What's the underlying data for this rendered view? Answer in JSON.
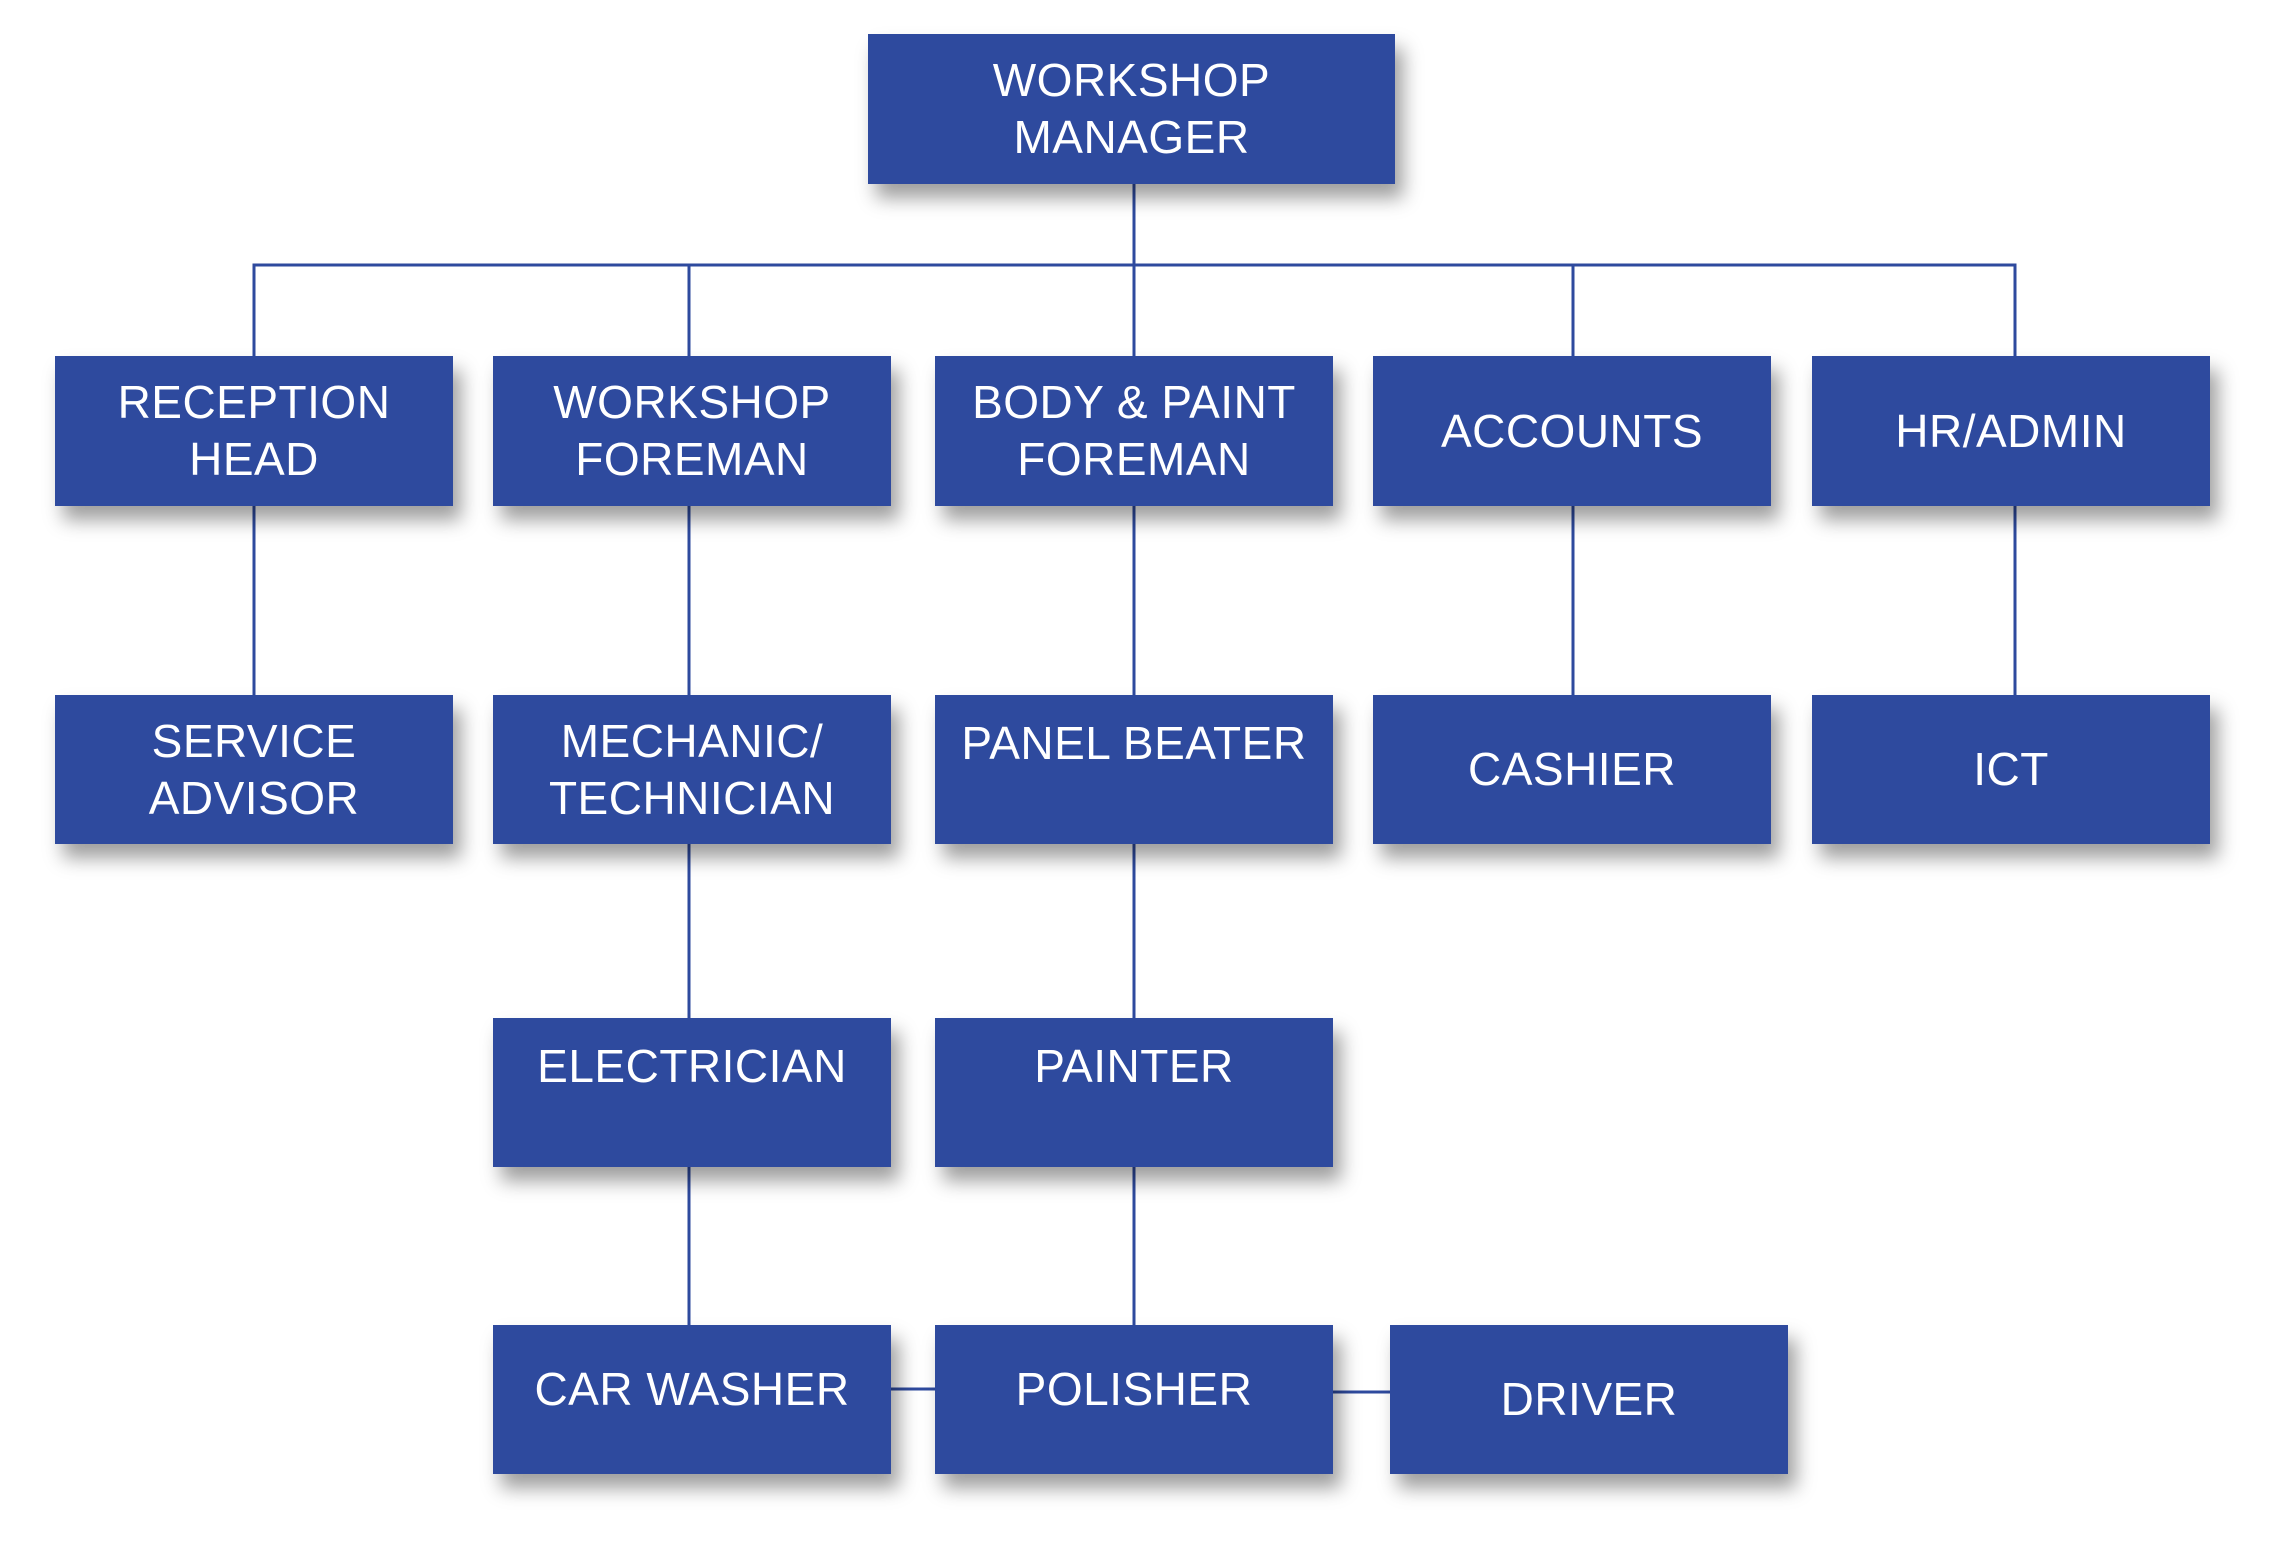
{
  "org_chart": {
    "nodes": {
      "workshop_manager": "WORKSHOP MANAGER",
      "reception_head": "RECEPTION\nHEAD",
      "workshop_foreman": "WORKSHOP\nFOREMAN",
      "body_paint_foreman": "BODY & PAINT\nFOREMAN",
      "accounts": "ACCOUNTS",
      "hr_admin": "HR/ADMIN",
      "service_advisor": "SERVICE\nADVISOR",
      "mechanic_technician": "MECHANIC/\nTECHNICIAN",
      "panel_beater": "PANEL BEATER",
      "cashier": "CASHIER",
      "ict": "ICT",
      "electrician": "ELECTRICIAN",
      "painter": "PAINTER",
      "car_washer": "CAR WASHER",
      "polisher": "POLISHER",
      "driver": "DRIVER"
    },
    "edges": [
      [
        "workshop_manager",
        "reception_head"
      ],
      [
        "workshop_manager",
        "workshop_foreman"
      ],
      [
        "workshop_manager",
        "body_paint_foreman"
      ],
      [
        "workshop_manager",
        "accounts"
      ],
      [
        "workshop_manager",
        "hr_admin"
      ],
      [
        "reception_head",
        "service_advisor"
      ],
      [
        "workshop_foreman",
        "mechanic_technician"
      ],
      [
        "mechanic_technician",
        "electrician"
      ],
      [
        "electrician",
        "car_washer"
      ],
      [
        "body_paint_foreman",
        "panel_beater"
      ],
      [
        "panel_beater",
        "painter"
      ],
      [
        "painter",
        "polisher"
      ],
      [
        "accounts",
        "cashier"
      ],
      [
        "hr_admin",
        "ict"
      ],
      [
        "car_washer",
        "polisher"
      ],
      [
        "polisher",
        "driver"
      ]
    ],
    "colors": {
      "box_fill": "#2e4a9e",
      "connector": "#2e4a9e",
      "text": "#ffffff"
    }
  }
}
